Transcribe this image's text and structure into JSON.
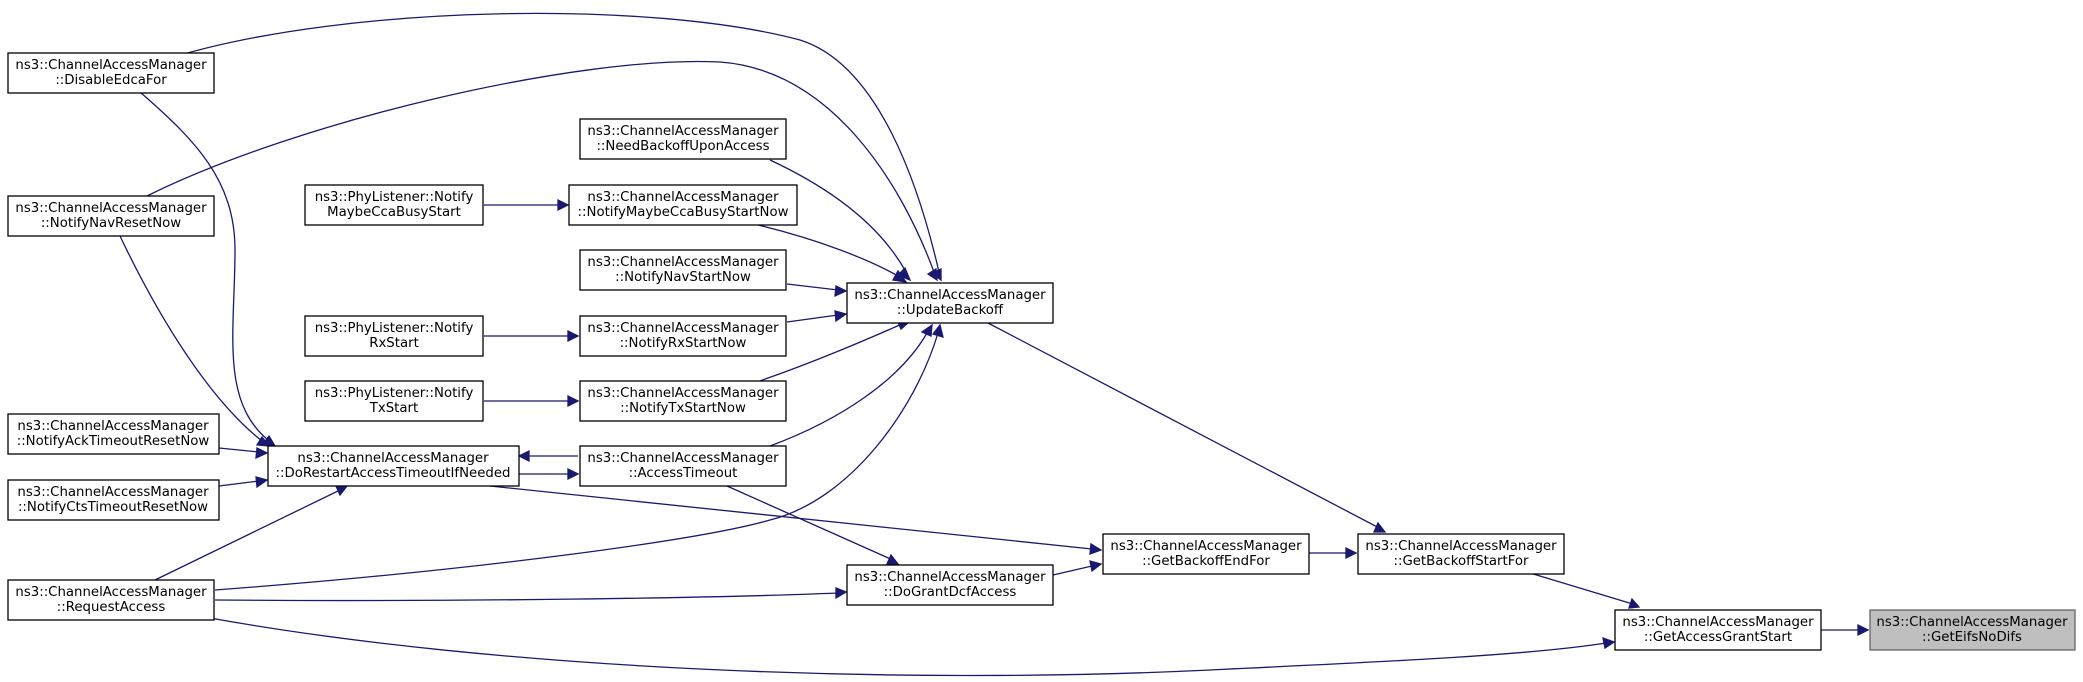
{
  "nodes": {
    "get_eifs_no_difs": [
      "ns3::ChannelAccessManager",
      "::GetEifsNoDifs"
    ],
    "get_access_grant_start": [
      "ns3::ChannelAccessManager",
      "::GetAccessGrantStart"
    ],
    "get_backoff_start_for": [
      "ns3::ChannelAccessManager",
      "::GetBackoffStartFor"
    ],
    "get_backoff_end_for": [
      "ns3::ChannelAccessManager",
      "::GetBackoffEndFor"
    ],
    "do_grant_dcf_access": [
      "ns3::ChannelAccessManager",
      "::DoGrantDcfAccess"
    ],
    "update_backoff": [
      "ns3::ChannelAccessManager",
      "::UpdateBackoff"
    ],
    "need_backoff_upon_access": [
      "ns3::ChannelAccessManager",
      "::NeedBackoffUponAccess"
    ],
    "notify_maybe_cca_busy_start_now": [
      "ns3::ChannelAccessManager",
      "::NotifyMaybeCcaBusyStartNow"
    ],
    "notify_nav_start_now": [
      "ns3::ChannelAccessManager",
      "::NotifyNavStartNow"
    ],
    "notify_rx_start_now": [
      "ns3::ChannelAccessManager",
      "::NotifyRxStartNow"
    ],
    "notify_tx_start_now": [
      "ns3::ChannelAccessManager",
      "::NotifyTxStartNow"
    ],
    "access_timeout": [
      "ns3::ChannelAccessManager",
      "::AccessTimeout"
    ],
    "do_restart_access_timeout_if_needed": [
      "ns3::ChannelAccessManager",
      "::DoRestartAccessTimeoutIfNeeded"
    ],
    "phy_notify_maybe_cca_busy_start": [
      "ns3::PhyListener::Notify",
      "MaybeCcaBusyStart"
    ],
    "phy_notify_rx_start": [
      "ns3::PhyListener::Notify",
      "RxStart"
    ],
    "phy_notify_tx_start": [
      "ns3::PhyListener::Notify",
      "TxStart"
    ],
    "disable_edca_for": [
      "ns3::ChannelAccessManager",
      "::DisableEdcaFor"
    ],
    "notify_nav_reset_now": [
      "ns3::ChannelAccessManager",
      "::NotifyNavResetNow"
    ],
    "notify_ack_timeout_reset_now": [
      "ns3::ChannelAccessManager",
      "::NotifyAckTimeoutResetNow"
    ],
    "notify_cts_timeout_reset_now": [
      "ns3::ChannelAccessManager",
      "::NotifyCtsTimeoutResetNow"
    ],
    "request_access": [
      "ns3::ChannelAccessManager",
      "::RequestAccess"
    ]
  },
  "edges": [
    {
      "from": "get_access_grant_start",
      "to": "get_eifs_no_difs"
    },
    {
      "from": "get_backoff_start_for",
      "to": "get_access_grant_start"
    },
    {
      "from": "request_access",
      "to": "get_access_grant_start"
    },
    {
      "from": "update_backoff",
      "to": "get_backoff_start_for"
    },
    {
      "from": "get_backoff_end_for",
      "to": "get_backoff_start_for"
    },
    {
      "from": "do_grant_dcf_access",
      "to": "get_backoff_end_for"
    },
    {
      "from": "do_restart_access_timeout_if_needed",
      "to": "get_backoff_end_for"
    },
    {
      "from": "access_timeout",
      "to": "do_grant_dcf_access"
    },
    {
      "from": "request_access",
      "to": "do_grant_dcf_access"
    },
    {
      "from": "need_backoff_upon_access",
      "to": "update_backoff"
    },
    {
      "from": "notify_maybe_cca_busy_start_now",
      "to": "update_backoff"
    },
    {
      "from": "notify_nav_start_now",
      "to": "update_backoff"
    },
    {
      "from": "notify_rx_start_now",
      "to": "update_backoff"
    },
    {
      "from": "notify_tx_start_now",
      "to": "update_backoff"
    },
    {
      "from": "access_timeout",
      "to": "update_backoff"
    },
    {
      "from": "disable_edca_for",
      "to": "update_backoff"
    },
    {
      "from": "notify_nav_reset_now",
      "to": "update_backoff"
    },
    {
      "from": "request_access",
      "to": "update_backoff"
    },
    {
      "from": "phy_notify_maybe_cca_busy_start",
      "to": "notify_maybe_cca_busy_start_now"
    },
    {
      "from": "phy_notify_rx_start",
      "to": "notify_rx_start_now"
    },
    {
      "from": "phy_notify_tx_start",
      "to": "notify_tx_start_now"
    },
    {
      "from": "access_timeout",
      "to": "do_restart_access_timeout_if_needed"
    },
    {
      "from": "do_restart_access_timeout_if_needed",
      "to": "access_timeout"
    },
    {
      "from": "disable_edca_for",
      "to": "do_restart_access_timeout_if_needed"
    },
    {
      "from": "notify_nav_reset_now",
      "to": "do_restart_access_timeout_if_needed"
    },
    {
      "from": "notify_ack_timeout_reset_now",
      "to": "do_restart_access_timeout_if_needed"
    },
    {
      "from": "notify_cts_timeout_reset_now",
      "to": "do_restart_access_timeout_if_needed"
    },
    {
      "from": "request_access",
      "to": "do_restart_access_timeout_if_needed"
    }
  ],
  "colors": {
    "edge": "#191970",
    "node_border": "#000000",
    "current_node_fill": "#bfbfbf",
    "current_node_border": "#666666"
  }
}
